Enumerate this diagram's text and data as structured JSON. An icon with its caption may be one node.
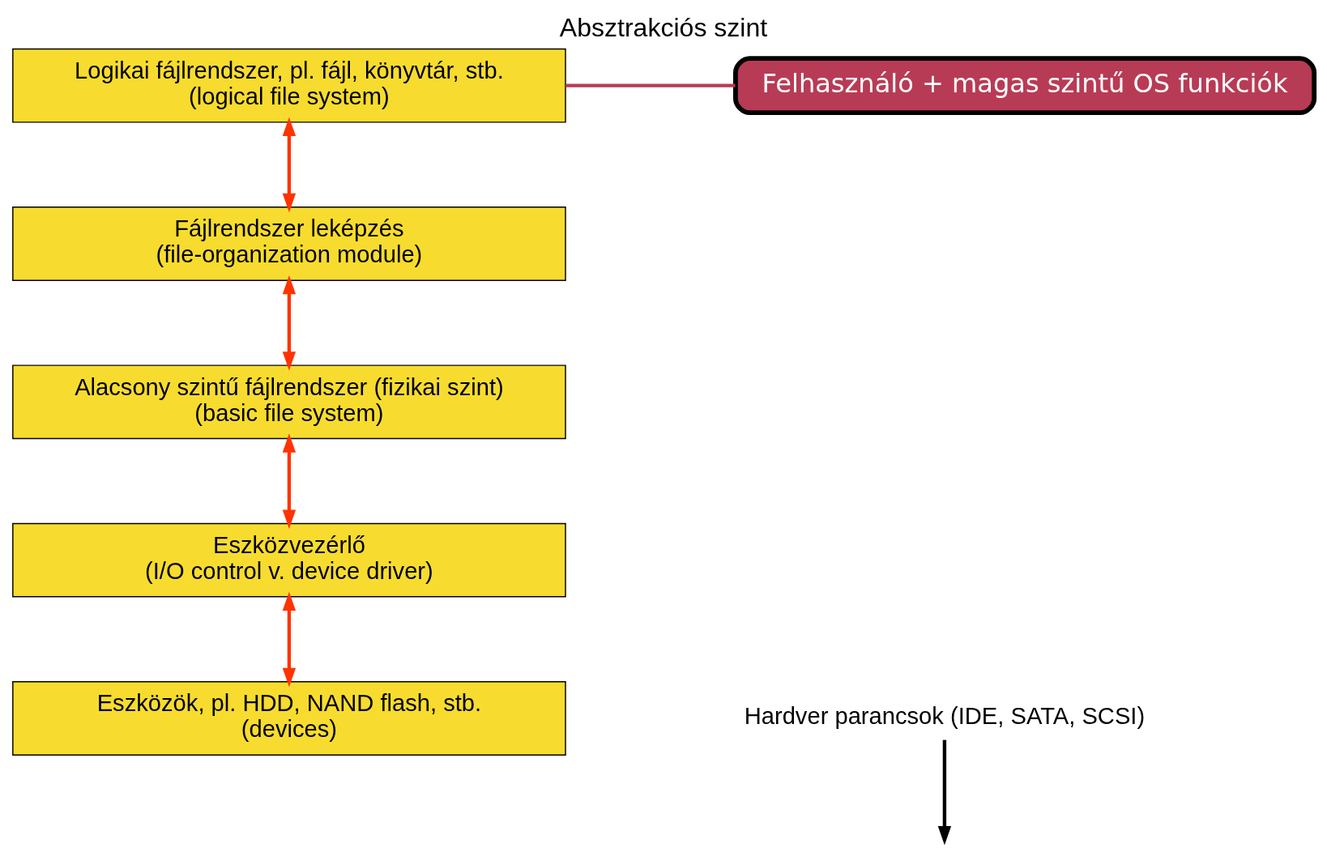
{
  "diagram": {
    "title": "Absztrakciós szint",
    "nodes": [
      {
        "text": [
          "Logikai fájlrendszer, pl. fájl, könyvtár, stb.",
          "(logical file system)"
        ]
      },
      {
        "text": [
          "Fájlrendszer leképzés",
          "(file-organization module)"
        ]
      },
      {
        "text": [
          "Alacsony szintű fájlrendszer (fizikai szint)",
          "(basic file system)"
        ]
      },
      {
        "text": [
          "Eszközvezérlő",
          "(I/O control v. device driver)"
        ]
      },
      {
        "text": [
          "Eszközök, pl. HDD, NAND flash, stb.",
          "(devices)"
        ]
      },
      {
        "text": [
          "Felhasználó + magas szintű OS funkciók"
        ]
      },
      {
        "text": [
          "Hardver parancsok (IDE, SATA, SCSI)"
        ]
      }
    ],
    "edges": [
      {
        "from": 0,
        "to": 1,
        "arrow": "both",
        "color": "#ff3300"
      },
      {
        "from": 1,
        "to": 2,
        "arrow": "both",
        "color": "#ff3300"
      },
      {
        "from": 2,
        "to": 3,
        "arrow": "both",
        "color": "#ff3300"
      },
      {
        "from": 3,
        "to": 4,
        "arrow": "both",
        "color": "#ff3300"
      },
      {
        "from": 5,
        "to": 0,
        "arrow": "none",
        "color": "#b83b55"
      },
      {
        "from": 6,
        "to": null,
        "arrow": "to",
        "color": "#000000"
      }
    ]
  }
}
